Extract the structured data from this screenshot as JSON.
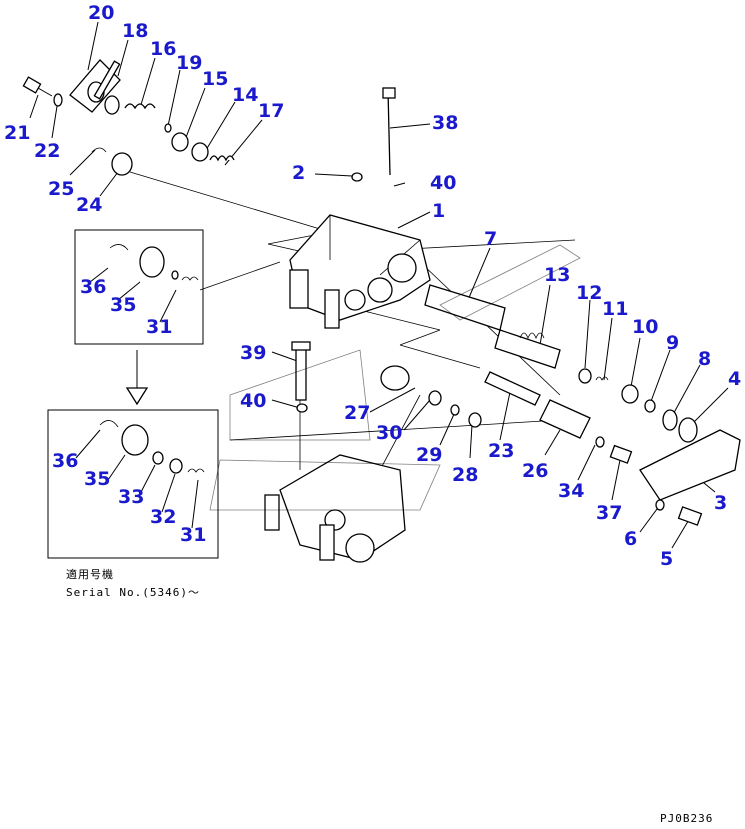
{
  "part_numbers": [
    "20",
    "18",
    "16",
    "19",
    "15",
    "14",
    "17",
    "21",
    "22",
    "25",
    "24",
    "2",
    "40",
    "38",
    "1",
    "7",
    "36",
    "35",
    "31",
    "13",
    "12",
    "11",
    "10",
    "9",
    "8",
    "4",
    "39",
    "40",
    "27",
    "30",
    "29",
    "28",
    "23",
    "26",
    "34",
    "37",
    "3",
    "6",
    "5",
    "36",
    "35",
    "33",
    "32",
    "31"
  ],
  "serial_applicability": {
    "label": "適用号機",
    "serial_text": "Serial No.(5346)～"
  },
  "figure_code": "PJ0B236",
  "colors": {
    "callout": "#1a1acc",
    "line": "#000000",
    "background": "#ffffff"
  }
}
